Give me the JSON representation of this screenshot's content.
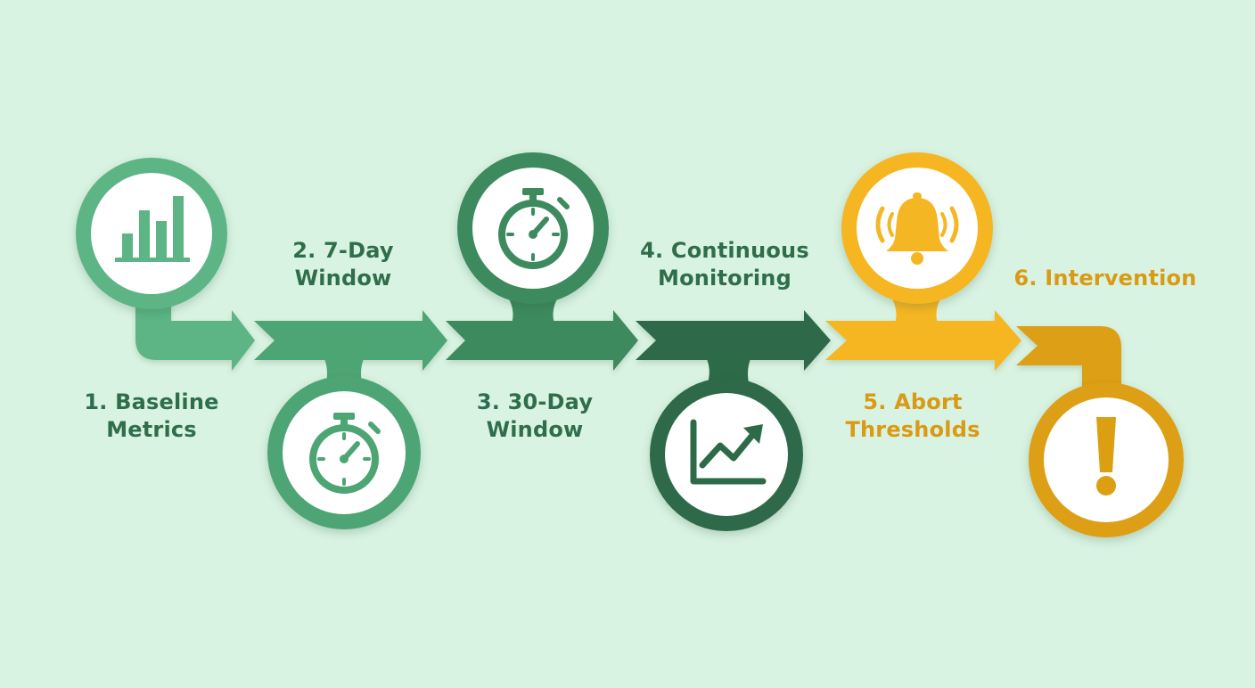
{
  "colors": {
    "background": "#d9f3e2",
    "step1": "#5db585",
    "step2": "#4ea574",
    "step3": "#3d8a5e",
    "step4": "#2d6b48",
    "step5": "#f5b623",
    "step6": "#dd9f12",
    "green_text": "#2f6e4b",
    "gold_text": "#d99a14"
  },
  "steps": [
    {
      "line1": "1. Baseline",
      "line2": "Metrics",
      "icon": "bar-chart-icon"
    },
    {
      "line1": "2. 7-Day",
      "line2": "Window",
      "icon": "stopwatch-icon"
    },
    {
      "line1": "3. 30-Day",
      "line2": "Window",
      "icon": "stopwatch-icon"
    },
    {
      "line1": "4. Continuous",
      "line2": "Monitoring",
      "icon": "trend-chart-icon"
    },
    {
      "line1": "5. Abort",
      "line2": "Thresholds",
      "icon": "alarm-bell-icon"
    },
    {
      "line1": "6. Intervention",
      "line2": "",
      "icon": "exclamation-icon"
    }
  ]
}
